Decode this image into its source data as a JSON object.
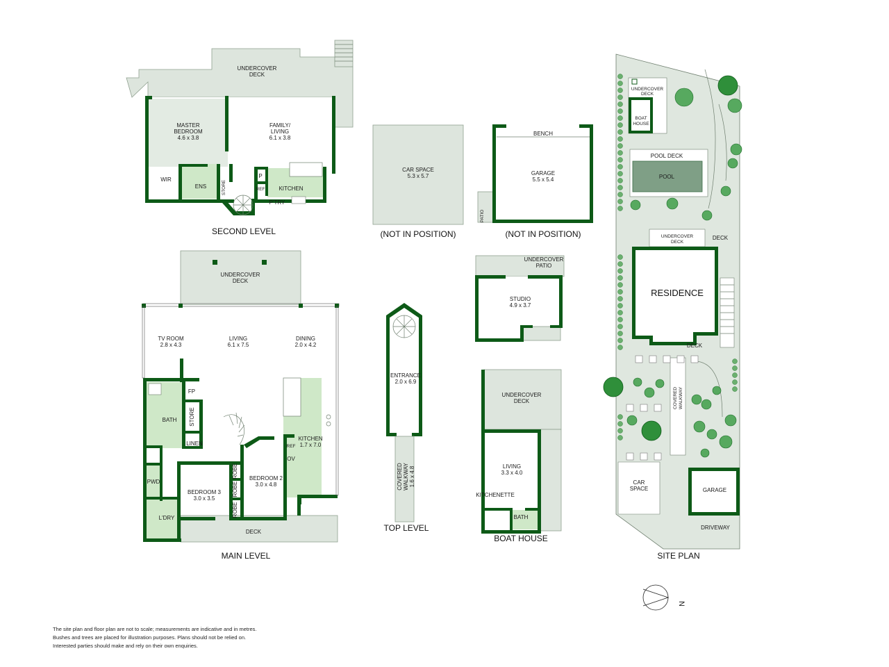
{
  "second_level": {
    "title": "SECOND LEVEL",
    "undercover_deck": [
      "UNDERCOVER",
      "DECK"
    ],
    "master_bedroom": [
      "MASTER",
      "BEDROOM",
      "4.6 x 3.8"
    ],
    "family_living": [
      "FAMILY/",
      "LIVING",
      "6.1 x 3.8"
    ],
    "wir": "WIR",
    "ens": "ENS",
    "store": "STORE",
    "p": "P",
    "ref": "REF",
    "kitchen": "KITCHEN",
    "ptry": "P'TRY"
  },
  "car_space_plan": {
    "label": "CAR SPACE",
    "dims": "5.3 x 5.7",
    "note": "(NOT IN POSITION)"
  },
  "garage_plan": {
    "bench": "BENCH",
    "label": "GARAGE",
    "dims": "5.5 x 5.4",
    "patio": "PATIO",
    "note": "(NOT IN POSITION)"
  },
  "studio_plan": {
    "patio": [
      "UNDERCOVER",
      "PATIO"
    ],
    "label": "STUDIO",
    "dims": "4.9 x 3.7"
  },
  "main_level": {
    "title": "MAIN LEVEL",
    "undercover_deck": [
      "UNDERCOVER",
      "DECK"
    ],
    "tv_room": [
      "TV ROOM",
      "2.8 x 4.3"
    ],
    "living": [
      "LIVING",
      "6.1 x 7.5"
    ],
    "dining": [
      "DINING",
      "2.0 x 4.2"
    ],
    "fp": "FP",
    "bath": "BATH",
    "store": "STORE",
    "linen": "LINEN",
    "kitchen": [
      "KITCHEN",
      "1.7 x 7.0"
    ],
    "ref": "REF",
    "ov": "OV",
    "robe": "ROBE",
    "robe2": "ROBE",
    "bedroom3": [
      "BEDROOM 3",
      "3.0 x 3.5"
    ],
    "bedroom2": [
      "BEDROOM 2",
      "3.0 x 4.8"
    ],
    "pwd": "PWD",
    "ldry": "L'DRY",
    "deck": "DECK"
  },
  "top_level": {
    "title": "TOP LEVEL",
    "entrance": [
      "ENTRANCE",
      "2.0 x 6.9"
    ],
    "walkway": [
      "COVERED",
      "WALKWAY",
      "1.6 x 4.8"
    ]
  },
  "boat_house": {
    "title": "BOAT HOUSE",
    "deck": [
      "UNDERCOVER",
      "DECK"
    ],
    "living": [
      "LIVING",
      "3.3 x 4.0"
    ],
    "kitchenette": "KITCHENETTE",
    "bath": "BATH"
  },
  "site_plan": {
    "title": "SITE PLAN",
    "undercover_deck_top": [
      "UNDERCOVER",
      "DECK"
    ],
    "boat_house": [
      "BOAT",
      "HOUSE"
    ],
    "pool_deck": "POOL DECK",
    "pool": "POOL",
    "undercover_deck": [
      "UNDERCOVER",
      "DECK"
    ],
    "deck": "DECK",
    "residence": "RESIDENCE",
    "deck2": "DECK",
    "walkway": [
      "COVERED",
      "WALKWAY"
    ],
    "car_space": [
      "CAR",
      "SPACE"
    ],
    "garage": "GARAGE",
    "driveway": "DRIVEWAY"
  },
  "north": "N",
  "disclaimer": [
    "The site plan and floor plan are not to scale; measurements are indicative and in metres.",
    "Bushes and trees are placed for illustration purposes. Plans should not be relied on.",
    "Interested parties should make and rely on their own enquiries."
  ],
  "colors": {
    "wall": "#0d5a17",
    "deck": "#dde5dd",
    "wet_area": "#cfe8c8",
    "tree": "#2f8f3a"
  }
}
